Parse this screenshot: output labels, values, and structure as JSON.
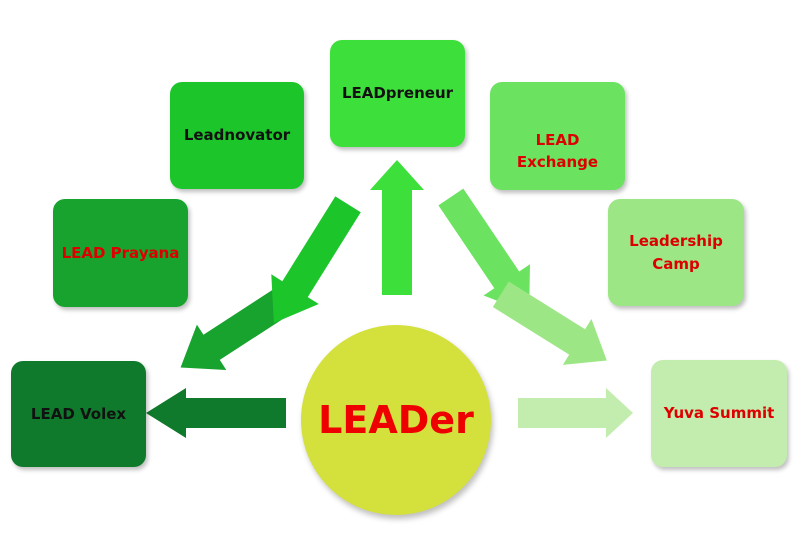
{
  "hub": {
    "label": "LEADer",
    "fill": "#d4e03c",
    "text_color": "#ee0000"
  },
  "nodes": [
    {
      "id": "volex",
      "label": "LEAD Volex",
      "fill": "#0f7a2b",
      "text_color": "#111111"
    },
    {
      "id": "prayana",
      "label": "LEAD Prayana",
      "fill": "#17a32d",
      "text_color": "#dd0000"
    },
    {
      "id": "leadnovator",
      "label": "Leadnovator",
      "fill": "#1cc62a",
      "text_color": "#111111"
    },
    {
      "id": "leadpreneur",
      "label": "LEADpreneur",
      "fill": "#3ddf3a",
      "text_color": "#111111"
    },
    {
      "id": "exchange",
      "label_line1": "LEAD",
      "label_line2": "Exchange",
      "fill": "#6be260",
      "text_color": "#dd0000"
    },
    {
      "id": "camp",
      "label_line1": "Leadership",
      "label_line2": "Camp",
      "fill": "#9de686",
      "text_color": "#dd0000"
    },
    {
      "id": "yuva",
      "label": "Yuva Summit",
      "fill": "#c3edae",
      "text_color": "#dd0000"
    }
  ]
}
